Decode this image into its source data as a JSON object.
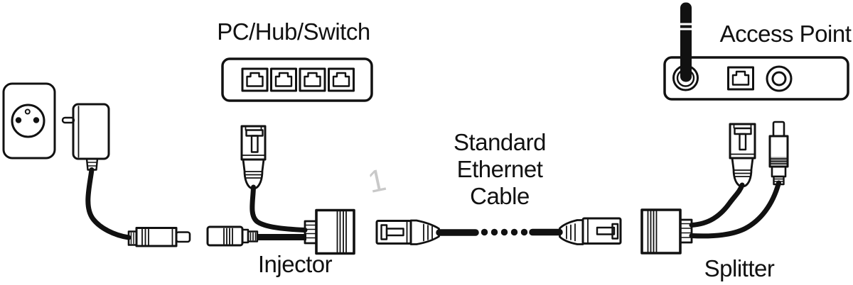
{
  "colors": {
    "line": "#111111",
    "background": "#ffffff",
    "watermark": "#c9c9c9"
  },
  "labels": {
    "pc_hub_switch": "PC/Hub/Switch",
    "ethernet_cable": "Standard\nEthernet\nCable",
    "access_point": "Access Point",
    "injector": "Injector",
    "splitter": "Splitter",
    "watermark": "1"
  },
  "components": [
    "wall-outlet-icon",
    "power-adapter-icon",
    "dc-power-plug-icon",
    "pc-hub-switch-icon",
    "ethernet-port-icon",
    "poe-injector-icon",
    "rj45-plug-icon",
    "dc-socket-icon",
    "rj45-coupler-icon",
    "standard-ethernet-cable-icon",
    "poe-splitter-icon",
    "dc-barrel-plug-icon",
    "access-point-icon",
    "antenna-icon",
    "dc-jack-icon"
  ]
}
